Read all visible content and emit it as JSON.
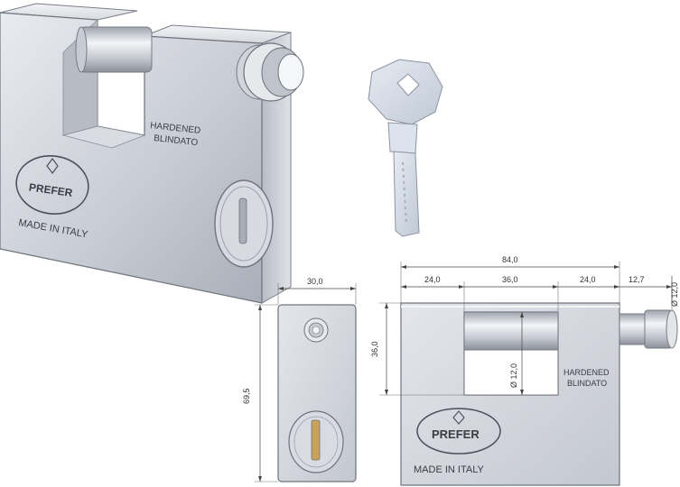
{
  "padlock_3d": {
    "stamp_hardened": "HARDENED",
    "stamp_blindato": "BLINDATO",
    "stamp_made_in": "MADE IN ITALY",
    "logo_text": "PREFER"
  },
  "front_view": {
    "stamp_hardened": "HARDENED",
    "stamp_blindato": "BLINDATO",
    "stamp_made_in": "MADE IN ITALY",
    "logo_text": "PREFER"
  },
  "dimensions": {
    "total_width": "84,0",
    "left_section": "24,0",
    "shackle_opening": "36,0",
    "right_section": "24,0",
    "cylinder_protrusion": "12,7",
    "cylinder_diameter": "Ø 12,0",
    "side_width": "30,0",
    "total_height": "69,5",
    "shackle_height": "36,0",
    "shackle_diameter": "Ø 12,0"
  },
  "colors": {
    "steel_light": "#e6e8ee",
    "steel_mid": "#c4c8d1",
    "steel_dark": "#8e939d",
    "outline": "#6f737c"
  }
}
